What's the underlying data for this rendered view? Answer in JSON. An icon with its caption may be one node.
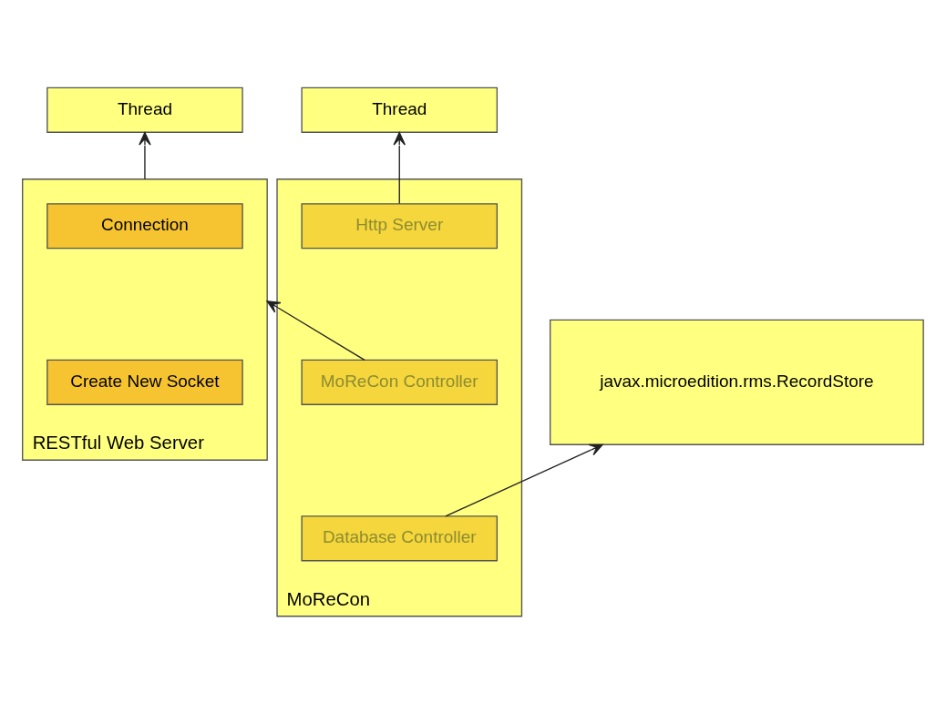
{
  "diagram": {
    "nodes": [
      {
        "text": [
          "Thread"
        ]
      },
      {
        "text": [
          "MoReCon"
        ]
      },
      {
        "text": [
          "Http Server"
        ],
        "in": 1
      },
      {
        "text": [
          "MoReCon Controller"
        ],
        "in": 1
      },
      {
        "text": [
          "Database Controller"
        ],
        "in": 1
      },
      {
        "text": [
          "Thread"
        ]
      },
      {
        "text": [
          "RESTful Web Server"
        ]
      },
      {
        "text": [
          "Connection"
        ],
        "in": 6
      },
      {
        "text": [
          "Create New Socket"
        ],
        "in": 6
      },
      {
        "text": [
          "javax.microedition.rms.RecordStore"
        ]
      }
    ],
    "edges": [
      {
        "from": 2,
        "to": 0,
        "arrow": "to"
      },
      {
        "from": 3,
        "to": 6,
        "arrow": "to"
      },
      {
        "from": 6,
        "to": 5,
        "arrow": "to"
      },
      {
        "from": 4,
        "to": 9,
        "arrow": "to"
      }
    ]
  }
}
